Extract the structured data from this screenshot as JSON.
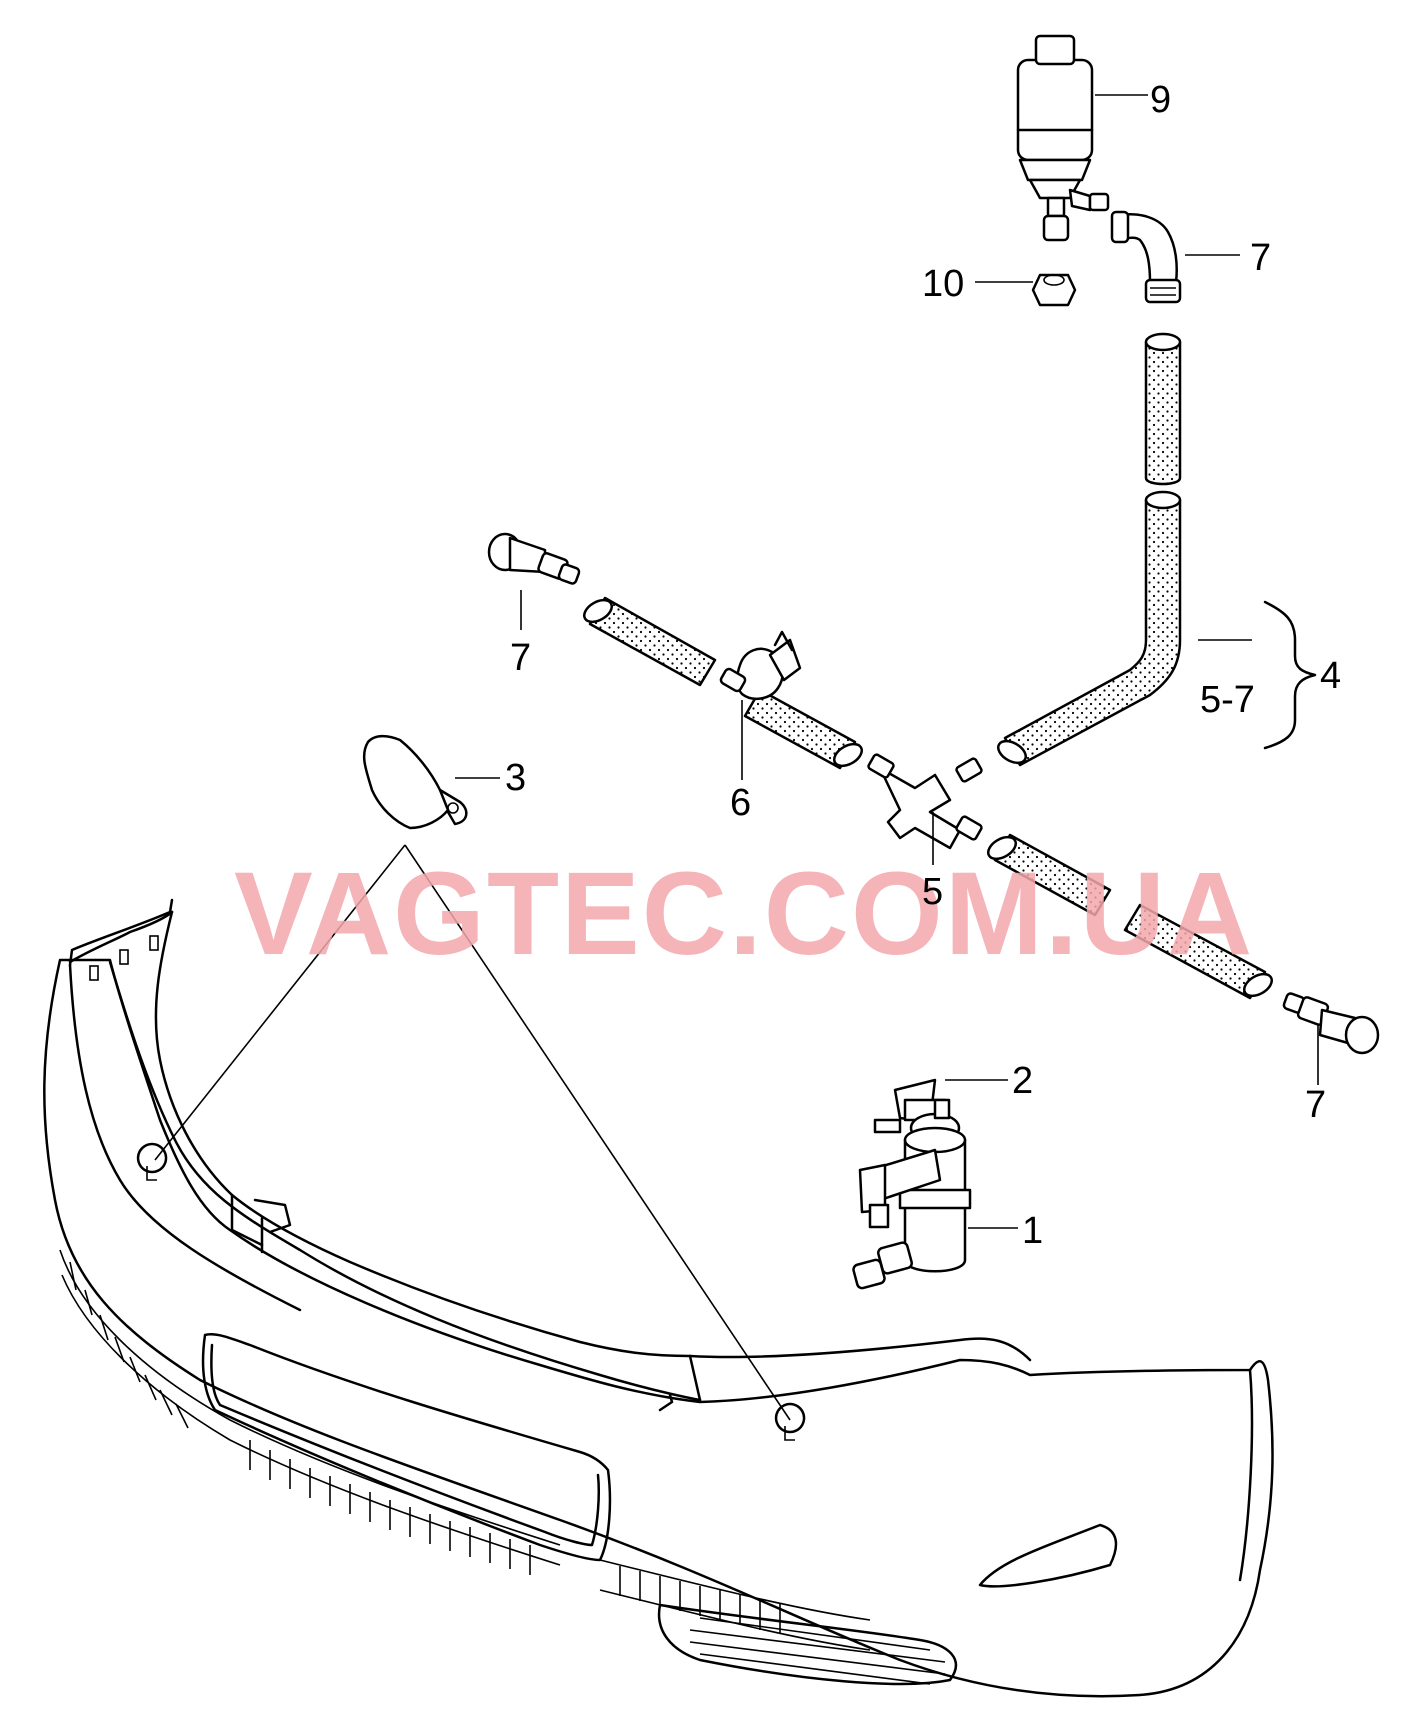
{
  "diagram": {
    "callouts": {
      "c1": "1",
      "c2": "2",
      "c3": "3",
      "c4": "4",
      "c4_range": "5-7",
      "c5": "5",
      "c6": "6",
      "c7_top": "7",
      "c7_left": "7",
      "c7_right": "7",
      "c9": "9",
      "c10": "10"
    },
    "watermark": "VAGTEC.COM.UA"
  }
}
